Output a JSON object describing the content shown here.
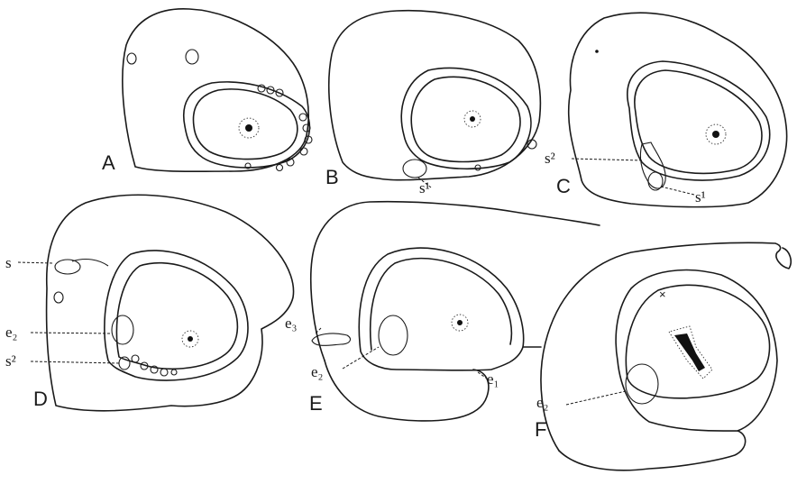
{
  "panels": [
    {
      "id": "A",
      "letter": "A",
      "labels": []
    },
    {
      "id": "B",
      "letter": "B",
      "labels": [
        "s¹"
      ]
    },
    {
      "id": "C",
      "letter": "C",
      "labels": [
        "s²",
        "s¹"
      ]
    },
    {
      "id": "D",
      "letter": "D",
      "labels": [
        "s",
        "e₂",
        "s²"
      ]
    },
    {
      "id": "E",
      "letter": "E",
      "labels": [
        "e₃",
        "e₂",
        "e₁"
      ]
    },
    {
      "id": "F",
      "letter": "F",
      "labels": [
        "e₂"
      ]
    }
  ],
  "marks": {
    "x_mark": "×"
  }
}
